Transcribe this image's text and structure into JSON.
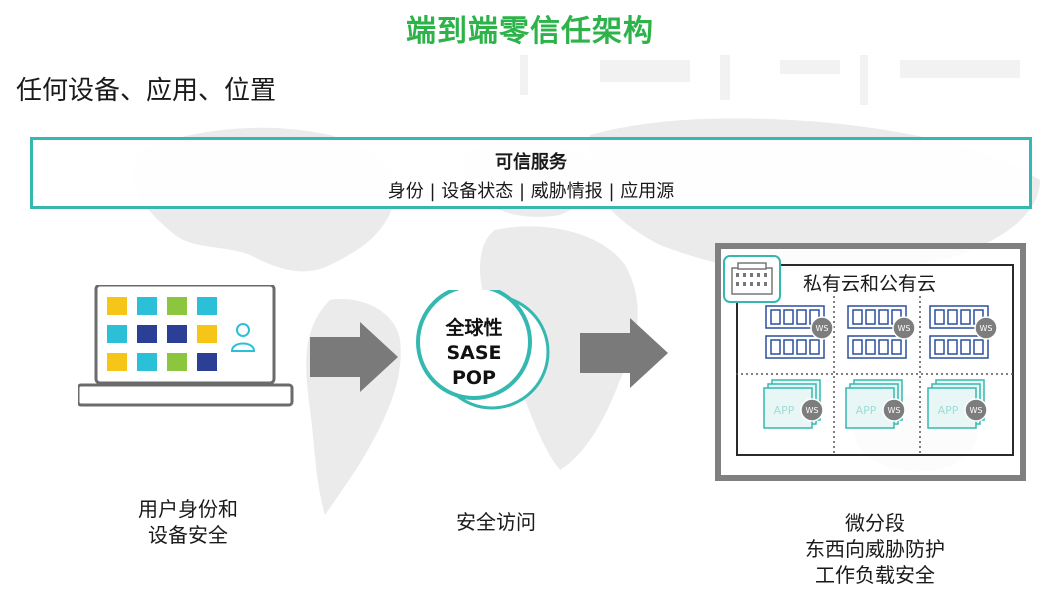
{
  "title": "端到端零信任架构",
  "subtitle": "任何设备、应用、位置",
  "trusted_services": {
    "title": "可信服务",
    "items": "身份 | 设备状态 | 威胁情报 | 应用源"
  },
  "sase": {
    "line1": "全球性",
    "line2": "SASE",
    "line3": "POP"
  },
  "cloud": {
    "label": "私有云和公有云",
    "ws_label": "WS",
    "app_label": "APP"
  },
  "captions": {
    "user_line1": "用户身份和",
    "user_line2": "设备安全",
    "access": "安全访问",
    "cloud_line1": "微分段",
    "cloud_line2": "东西向威胁防护",
    "cloud_line3": "工作负载安全"
  },
  "colors": {
    "title_green": "#2db34a",
    "teal": "#34b8b0",
    "frame_gray": "#808080",
    "map_gray": "#e9e9e9",
    "tile_yellow": "#f5c518",
    "tile_cyan": "#2cc0d8",
    "tile_green": "#8cc63f",
    "tile_navy": "#2b3f96",
    "server_blue": "#2c4fa0"
  },
  "icons": {
    "user": "user-icon",
    "building": "building-icon",
    "arrow": "arrow-right-icon"
  }
}
